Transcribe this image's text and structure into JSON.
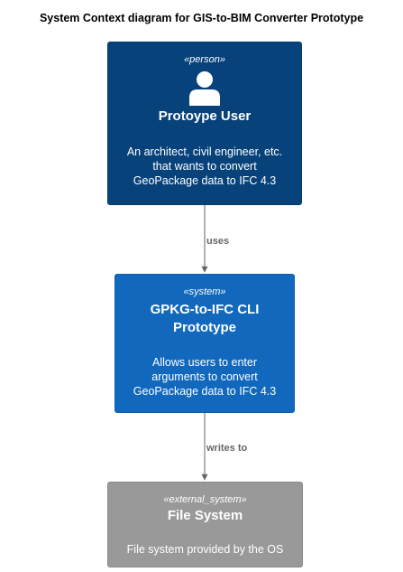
{
  "title": "System Context diagram for GIS-to-BIM Converter Prototype",
  "nodes": {
    "person": {
      "stereotype": "«person»",
      "title": "Protoype User",
      "description": [
        "An architect, civil engineer, etc.",
        "that wants to convert",
        "GeoPackage data to IFC 4.3"
      ],
      "icon": "person-icon",
      "color": "#08427b"
    },
    "system": {
      "stereotype": "«system»",
      "title": [
        "GPKG-to-IFC CLI",
        "Prototype"
      ],
      "description": [
        "Allows users to enter",
        "arguments to convert",
        "GeoPackage data to IFC 4.3"
      ],
      "color": "#1168bd"
    },
    "external": {
      "stereotype": "«external_system»",
      "title": "File System",
      "description": [
        "File system provided by the OS"
      ],
      "color": "#999999"
    }
  },
  "edges": [
    {
      "from": "person",
      "to": "system",
      "label": "uses"
    },
    {
      "from": "system",
      "to": "external",
      "label": "writes to"
    }
  ]
}
